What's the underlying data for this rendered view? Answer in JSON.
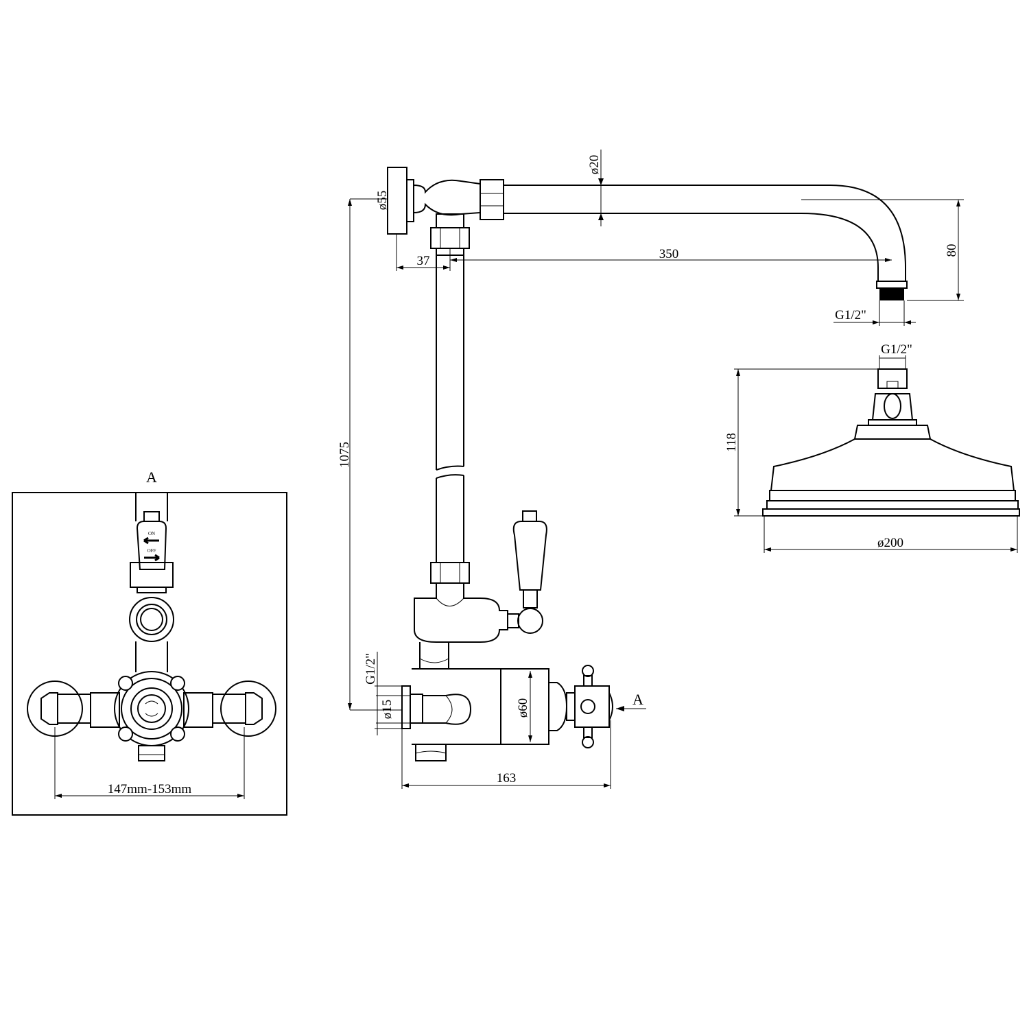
{
  "section_marker": "A",
  "inset": {
    "title": "A",
    "width_dim": "147mm-153mm",
    "on_label": "ON",
    "off_label": "OFF"
  },
  "dims": {
    "flange_dia": "ø55",
    "arm_dia": "ø20",
    "offset_37": "37",
    "arm_length": "350",
    "drop_80": "80",
    "outlet_thread": "G1/2\"",
    "head_thread": "G1/2\"",
    "head_height": "118",
    "head_dia": "ø200",
    "riser_length": "1075",
    "inlet_thread": "G1/2\"",
    "inlet_dia": "ø15",
    "body_dia": "ø60",
    "body_length": "163"
  }
}
